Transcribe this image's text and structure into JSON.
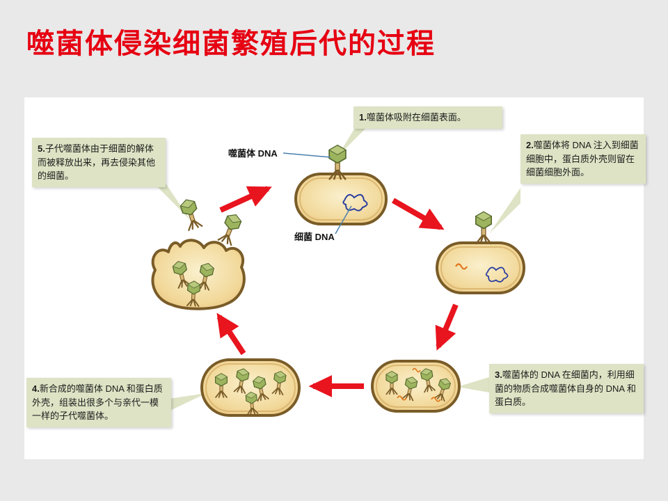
{
  "title": "噬菌体侵染细菌繁殖后代的过程",
  "labels": {
    "phage_dna": "噬菌体 DNA",
    "bacteria_dna": "细菌 DNA"
  },
  "callouts": [
    {
      "num": "1.",
      "text": "噬菌体吸附在细菌表面。"
    },
    {
      "num": "2.",
      "text": "噬菌体将 DNA 注入到细菌细胞中，蛋白质外壳则留在细菌细胞外面。"
    },
    {
      "num": "3.",
      "text": "噬菌体的 DNA 在细菌内，利用细菌的物质合成噬菌体自身的 DNA 和蛋白质。"
    },
    {
      "num": "4.",
      "text": "新合成的噬菌体 DNA 和蛋白质外壳，组装出很多个与亲代一模一样的子代噬菌体。"
    },
    {
      "num": "5.",
      "text": "子代噬菌体由于细菌的解体而被释放出来，再去侵染其他的细菌。"
    }
  ],
  "colors": {
    "title": "#e60012",
    "arrow": "#e8141e",
    "callout_bg": "#dde3c4",
    "cell_outline": "#7a5c28",
    "cell_fill": "#f2d99b",
    "phage_head": "#9db45e"
  }
}
